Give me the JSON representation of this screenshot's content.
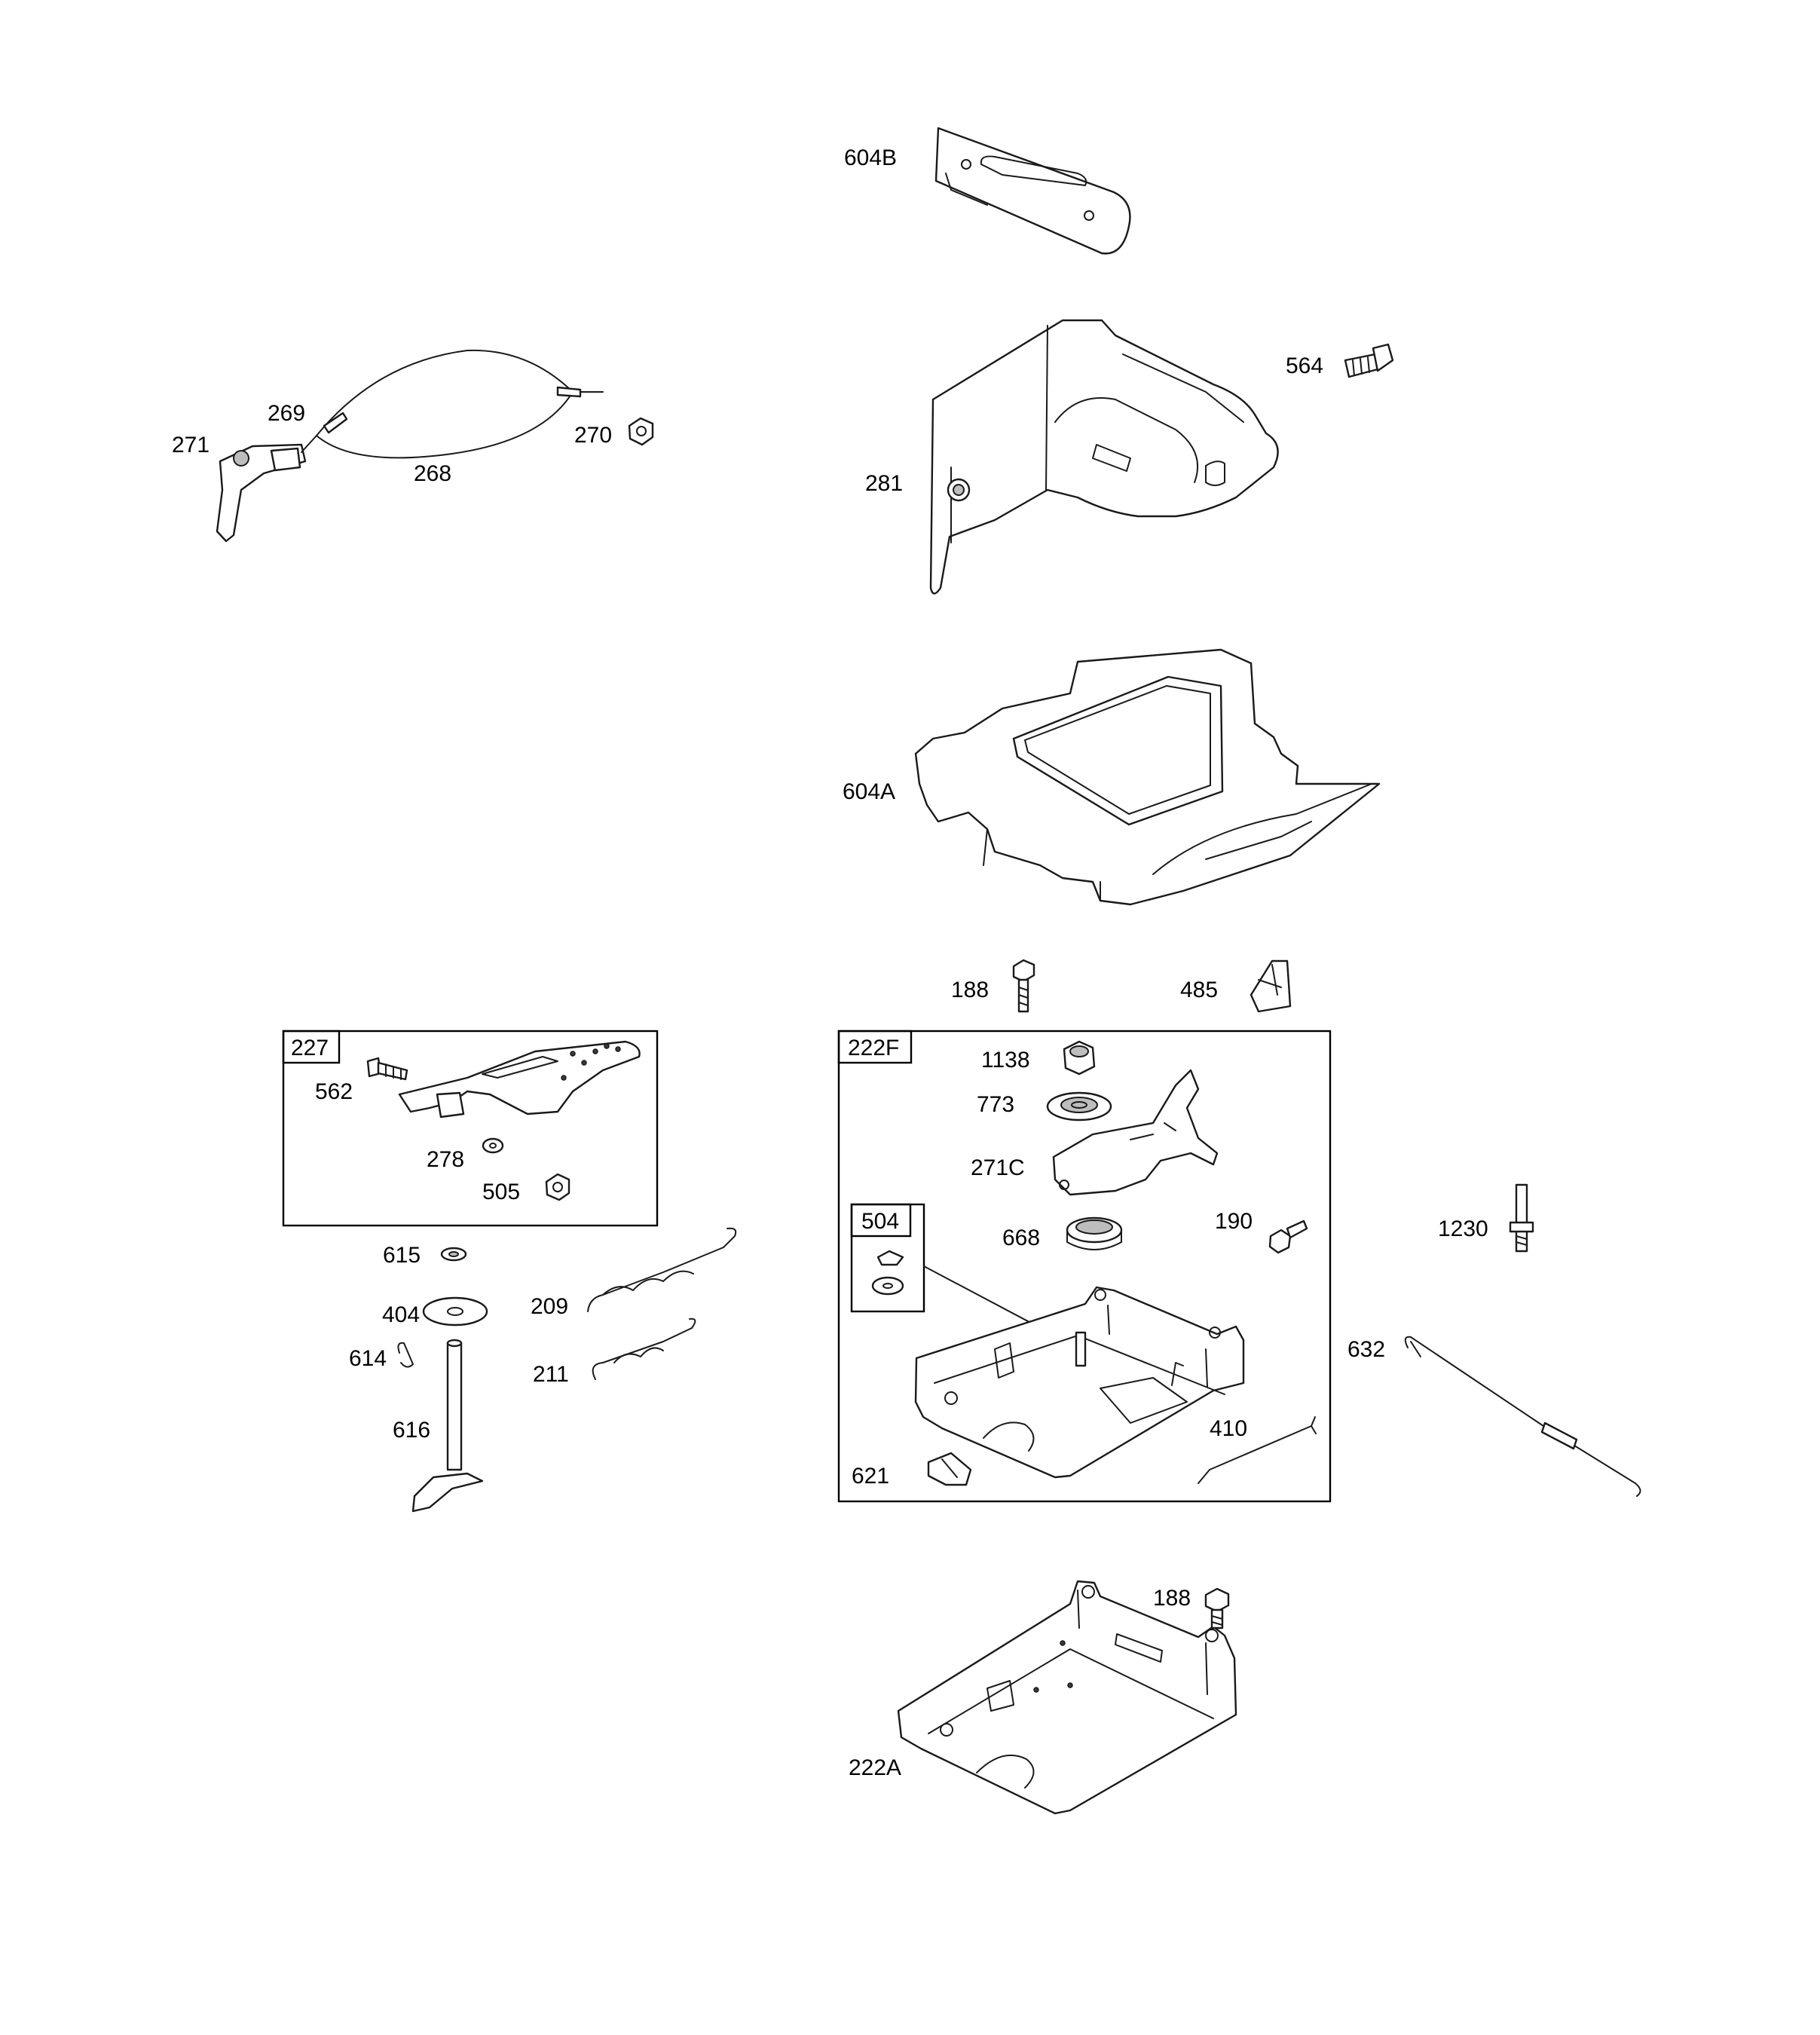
{
  "labels": {
    "p604B": "604B",
    "p564": "564",
    "p281": "281",
    "p269": "269",
    "p271": "271",
    "p268": "268",
    "p270": "270",
    "p604A": "604A",
    "p188a": "188",
    "p485": "485",
    "p227": "227",
    "p562": "562",
    "p278": "278",
    "p505": "505",
    "p222F": "222F",
    "p1138": "1138",
    "p773": "773",
    "p271C": "271C",
    "p504": "504",
    "p190": "190",
    "p668": "668",
    "p1230": "1230",
    "p615": "615",
    "p404": "404",
    "p209": "209",
    "p614": "614",
    "p211": "211",
    "p616": "616",
    "p632": "632",
    "p410": "410",
    "p621": "621",
    "p188b": "188",
    "p222A": "222A"
  }
}
